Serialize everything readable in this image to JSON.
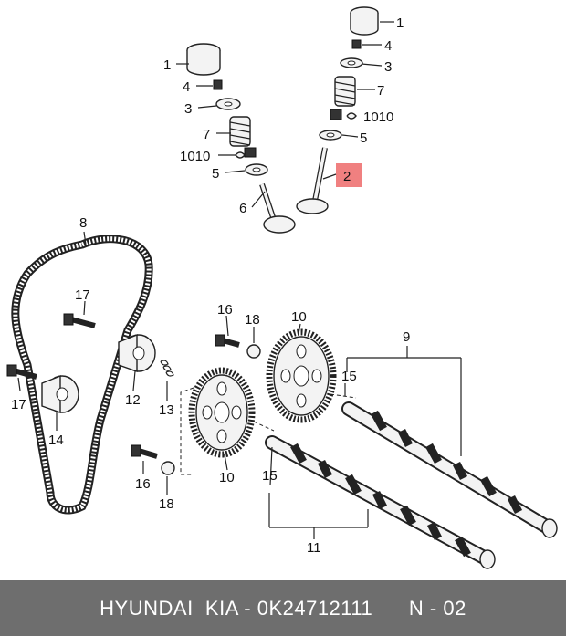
{
  "callouts": {
    "c1a": "1",
    "c4a": "4",
    "c3a": "3",
    "c7a": "7",
    "c1010a": "1010",
    "c5a": "5",
    "c1b": "1",
    "c4b": "4",
    "c3b": "3",
    "c7b": "7",
    "c1010b": "1010",
    "c5b": "5",
    "c2": "2",
    "c6": "6",
    "c8": "8",
    "c17a": "17",
    "c17b": "17",
    "c12": "12",
    "c14": "14",
    "c13": "13",
    "c16a": "16",
    "c18a": "18",
    "c10a": "10",
    "c9": "9",
    "c15a": "15",
    "c10b": "10",
    "c16b": "16",
    "c18b": "18",
    "c15b": "15",
    "c11": "11"
  },
  "highlight_color": "#f08080",
  "footer_bg": "#6e6e6e",
  "footer": {
    "text": "HYUNDAI  KIA - 0K24712111      N - 02"
  }
}
